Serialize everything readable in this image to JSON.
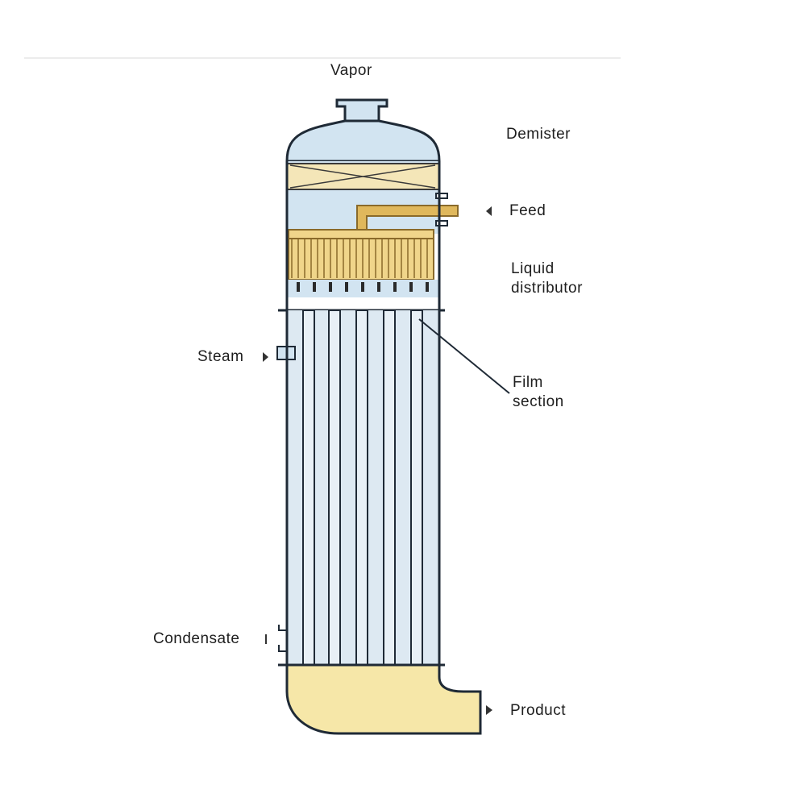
{
  "labels": {
    "vapor": "Vapor",
    "demister": "Demister",
    "feed": "Feed",
    "liquid_distributor_line1": "Liquid",
    "liquid_distributor_line2": "distributor",
    "steam": "Steam",
    "film_section_line1": "Film",
    "film_section_line2": "section",
    "condensate": "Condensate",
    "product": "Product"
  },
  "colors": {
    "vapor_space": "#d2e4f1",
    "tube_fill": "#dde9f2",
    "shell_outline": "#1f2a36",
    "demister_band": "#f4e6b8",
    "distributor": "#e7c36c",
    "liquid_sump": "#f6e7a8",
    "feed_pipe": "#e0b85c"
  },
  "icons": {
    "feed_arrow": "left-triangle-arrow",
    "steam_arrow": "right-triangle-arrow",
    "condensate_arrow": "left-triangle-arrow",
    "product_arrow": "right-triangle-arrow"
  }
}
